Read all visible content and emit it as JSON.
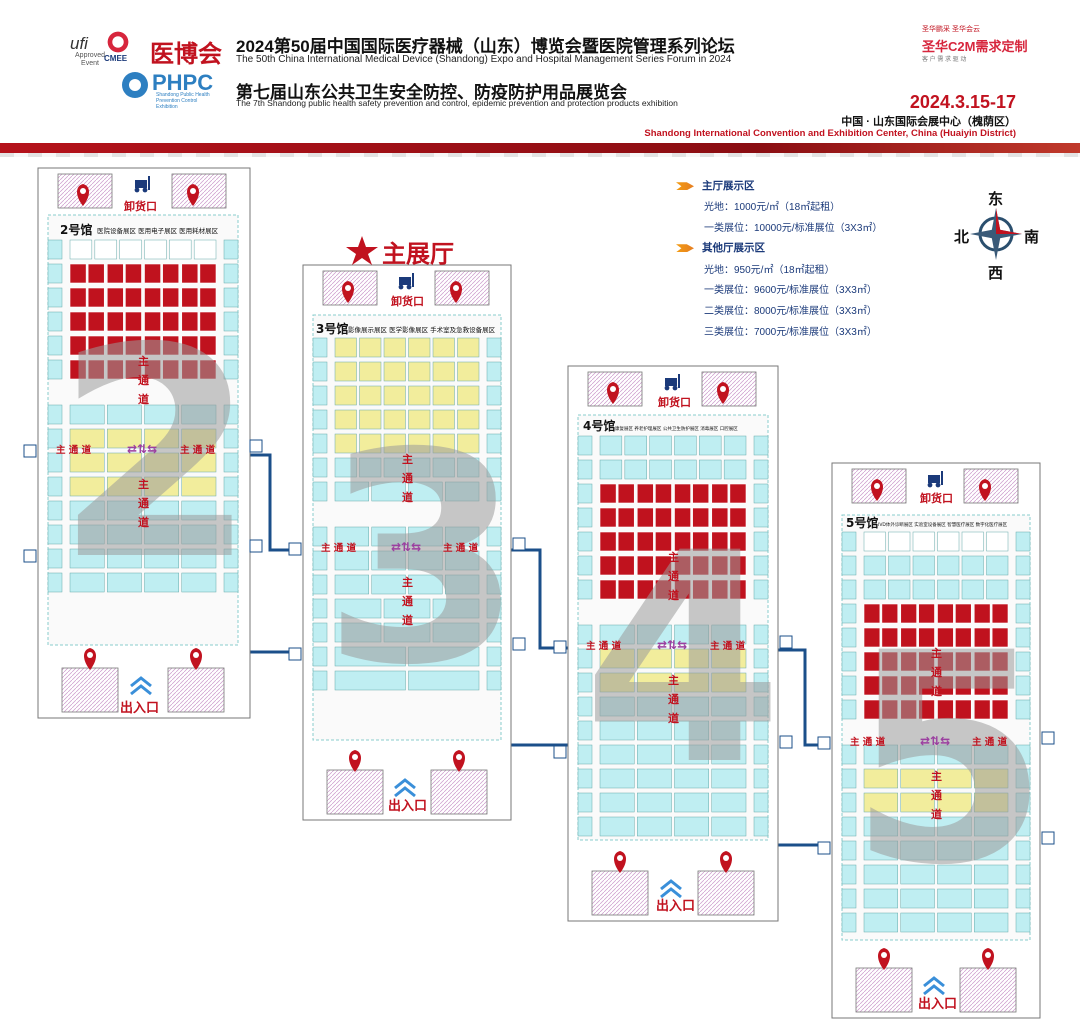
{
  "header": {
    "ufi_logo": "ufi",
    "ufi_sub": "Approved Event",
    "cmee_logo": "CMEE",
    "yibohui_logo": "医博会",
    "phpc_logo": "PHPC",
    "phpc_sub": "Shandong Public Health Prevention Control Exhibition",
    "title_cn": "2024第50届中国国际医疗器械（山东）博览会暨医院管理系列论坛",
    "title_en": "The 50th China International Medical Device (Shandong) Expo and Hospital Management Series Forum in 2024",
    "subtitle_cn": "第七届山东公共卫生安全防控、防疫防护用品展览会",
    "subtitle_en": "The 7th Shandong public health safety prevention and control, epidemic prevention and protection products exhibition",
    "date": "2024.3.15-17",
    "venue_cn": "中国 · 山东国际会展中心（槐荫区）",
    "venue_en": "Shandong International Convention and Exhibition Center, China (Huaiyin District)",
    "c2m_top": "圣华鹏采 圣华会云",
    "c2m_main": "圣华C2M需求定制",
    "c2m_sub": "客 户 需 求 驱 动"
  },
  "prices": {
    "main_hall_title": "主厅展示区",
    "main_bare": "光地：1000元/㎡（18㎡起租）",
    "main_class1": "一类展位：10000元/标准展位（3X3㎡）",
    "other_title": "其他厅展示区",
    "other_bare": "光地：950元/㎡（18㎡起租）",
    "other_class1": "一类展位：9600元/标准展位（3X3㎡）",
    "other_class2": "二类展位：8000元/标准展位（3X3㎡）",
    "other_class3": "三类展位：7000元/标准展位（3X3㎡）"
  },
  "compass": {
    "east": "东",
    "north": "北",
    "south": "南",
    "west": "西"
  },
  "main_hall_marker": "主展厅",
  "labels": {
    "unload": "卸货口",
    "entrance": "出入口",
    "aisle_v1": "主",
    "aisle_v2": "通",
    "aisle_v3": "道",
    "aisle_h": "主 通 道"
  },
  "halls": [
    {
      "name": "2号馆",
      "number": "2",
      "zones": "医院设备展区  医用电子展区  医用耗材展区"
    },
    {
      "name": "3号馆",
      "number": "3",
      "zones": "影像展示展区  医学影像展区  手术室及急救设备展区"
    },
    {
      "name": "4号馆",
      "number": "4",
      "zones": "康复展区  养老护理展区  公共卫生防护展区  消毒展区  口腔展区"
    },
    {
      "name": "5号馆",
      "number": "5",
      "zones": "IVD体外诊断展区  实验室设备展区  智慧医疗展区  数字化医疗展区"
    }
  ],
  "colors": {
    "red": "#c0121e",
    "cyan": "#bfeef2",
    "yellow": "#f2ed9c",
    "brand": "#c1121f",
    "navy": "#1b3a7a"
  }
}
